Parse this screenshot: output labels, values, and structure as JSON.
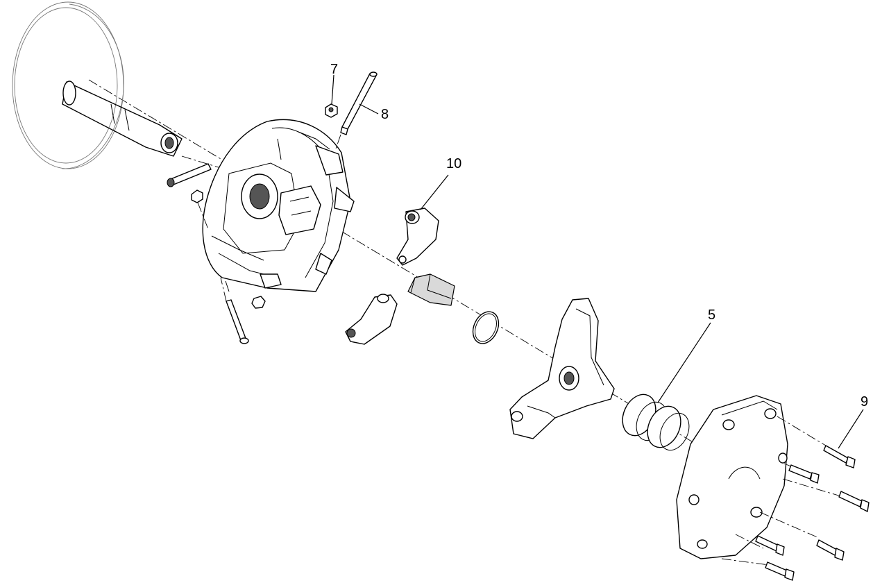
{
  "callouts": {
    "c7": "7",
    "c8": "8",
    "c10": "10",
    "c5": "5",
    "c9": "9"
  }
}
